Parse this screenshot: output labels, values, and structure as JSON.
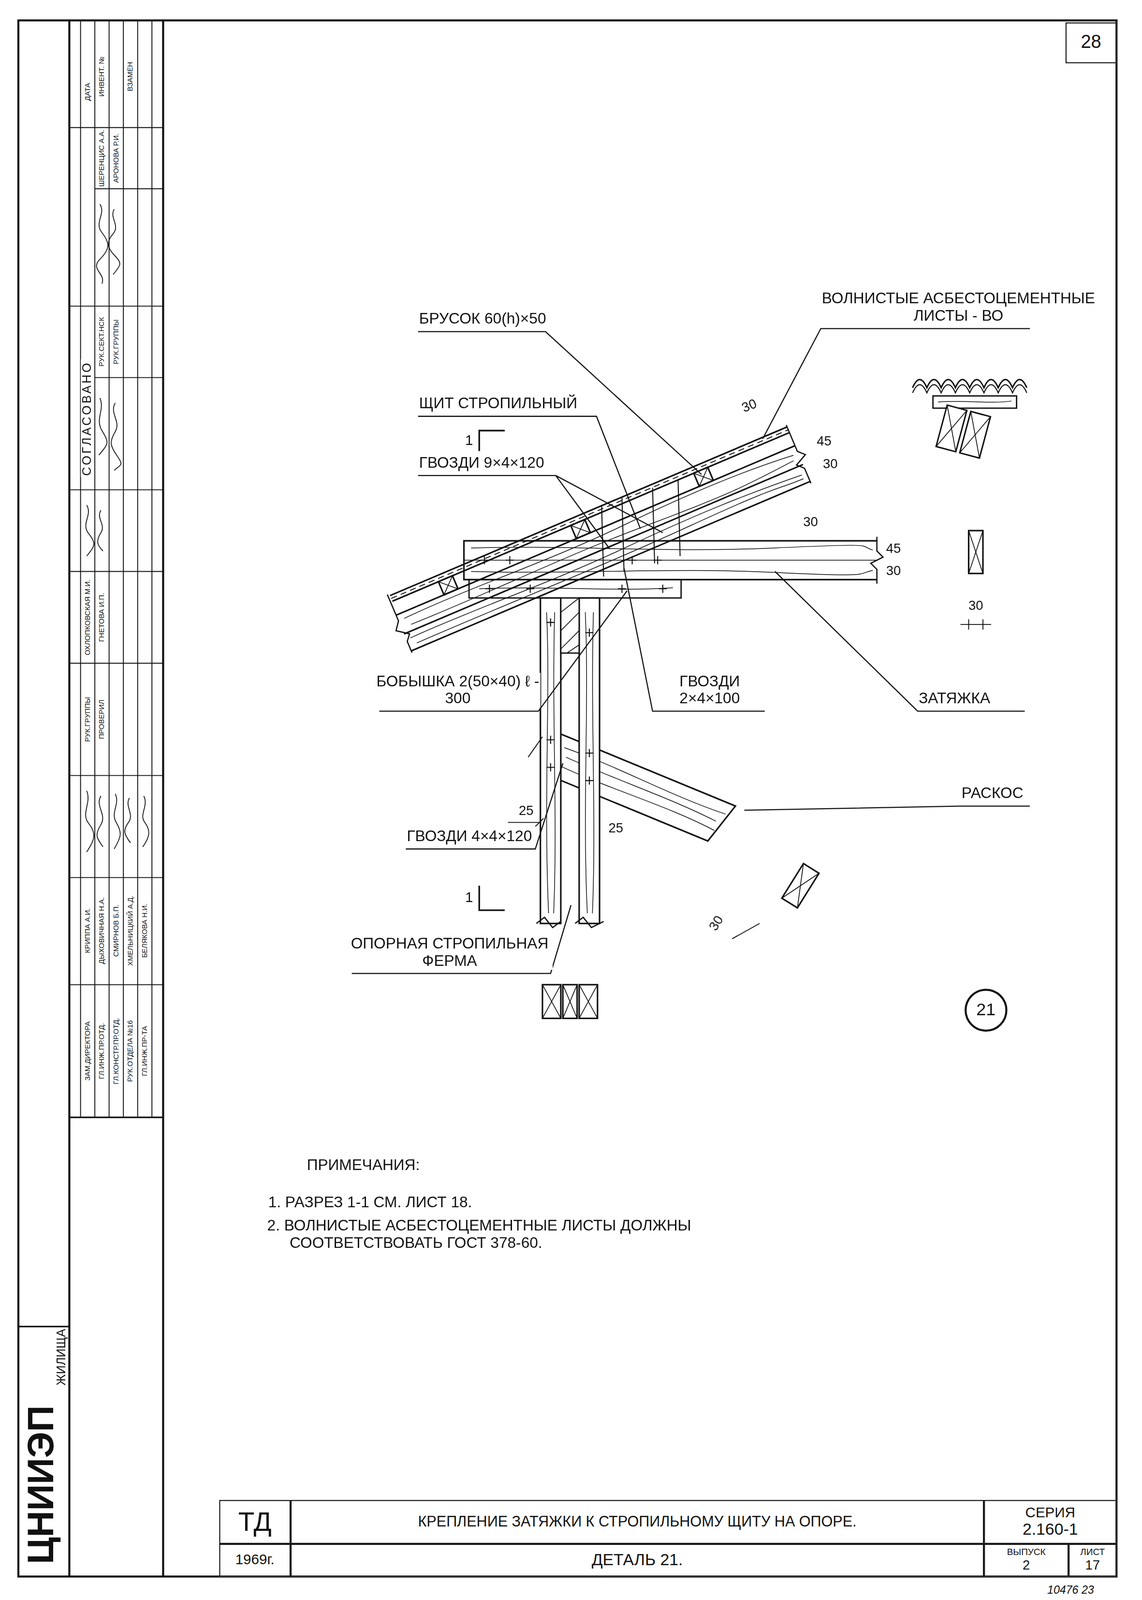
{
  "diagram": {
    "nodes": [
      {
        "text": [
          "28"
        ]
      },
      {
        "text": [
          "21"
        ]
      },
      {
        "text": [
          "ТД"
        ]
      },
      {
        "text": [
          "КРЕПЛЕНИЕ ЗАТЯЖКИ К СТРОПИЛЬНОМУ ЩИТУ НА ОПОРЕ."
        ]
      },
      {
        "text": [
          "СЕРИЯ",
          "2.160-1"
        ]
      },
      {
        "text": [
          "1969г."
        ]
      },
      {
        "text": [
          "ДЕТАЛЬ 21."
        ]
      },
      {
        "text": [
          "ВЫПУСК",
          "2"
        ]
      },
      {
        "text": [
          "ЛИСТ",
          "17"
        ]
      }
    ],
    "labels": [
      "БРУСОК 60(h)×50",
      "ВОЛНИСТЫЕ АСБЕСТОЦЕМЕНТНЫЕ ЛИСТЫ - ВО",
      "ЩИТ СТРОПИЛЬНЫЙ",
      "1",
      "ГВОЗДИ 9×4×120",
      "45",
      "30",
      "30",
      "30",
      "45",
      "30",
      "БОБЫШКА 2(50×40) ℓ - 300",
      "ГВОЗДИ 2×4×100",
      "ЗАТЯЖКА",
      "ГВОЗДИ 4×4×120",
      "25",
      "25",
      "1",
      "ОПОРНАЯ СТРОПИЛЬНАЯ ФЕРМА",
      "30",
      "РАСКОС",
      "30",
      "ПРИМЕЧАНИЯ:",
      "1. РАЗРЕЗ 1-1 СМ. ЛИСТ 18.",
      "2. ВОЛНИСТЫЕ АСБЕСТОЦЕМЕНТНЫЕ ЛИСТЫ ДОЛЖНЫ СООТВЕТСТВОВАТЬ ГОСТ 378-60.",
      "ЦНИИЭП",
      "ЖИЛИЩА",
      "ДАТА",
      "ИНВЕНТ. №",
      "ВЗАМЕН",
      "СОГЛАСОВАНО",
      "ШЕРЕНЦИС А.А.",
      "АРОНОВА Р.И.",
      "РУК.СЕКТ.НСК",
      "РУК.ГРУППЫ",
      "ОХЛОПКОВСКАЯ М.И.",
      "ГНЕТОВА И.П.",
      "РУК.ГРУППЫ",
      "ПРОВЕРИЛ",
      "КРИППА А.И.",
      "ДЫХОВИЧНАЯ Н.А.",
      "СМИРНОВ Б.П.",
      "ХМЕЛЬНИЦКИЙ А.Д.",
      "БЕЛЯКОВА Н.И.",
      "ЗАМ.ДИРЕКТОРА",
      "ГЛ.ИНЖ.ПР.ОТД.",
      "ГЛ.КОНСТР.ПР.ОТД.",
      "РУК.ОТДЕЛА №16",
      "ГЛ.ИНЖ.ПР-ТА",
      "10476 23"
    ]
  }
}
